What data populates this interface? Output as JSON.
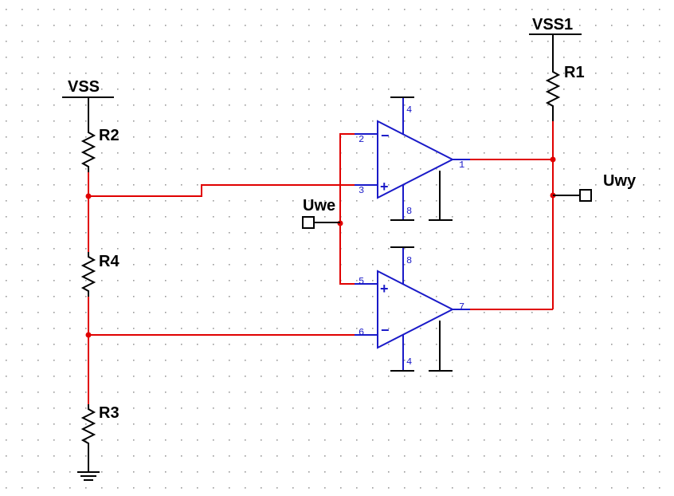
{
  "power": {
    "vss": "VSS",
    "vss1": "VSS1"
  },
  "resistors": {
    "r1": "R1",
    "r2": "R2",
    "r3": "R3",
    "r4": "R4"
  },
  "ports": {
    "input": "Uwe",
    "output": "Uwy"
  },
  "opamp_top": {
    "pin_inv": "2",
    "pin_noninv": "3",
    "pin_out": "1",
    "pin_vplus": "4",
    "pin_vminus": "8",
    "minus_sign": "−",
    "plus_sign": "+"
  },
  "opamp_bottom": {
    "pin_noninv": "5",
    "pin_inv": "6",
    "pin_out": "7",
    "pin_vplus": "8",
    "pin_vminus": "4",
    "minus_sign": "−",
    "plus_sign": "+"
  },
  "colors": {
    "wire": "#e00000",
    "component": "#000000",
    "opamp": "#1a1ac8",
    "grid_dot": "#9a9a9a"
  }
}
